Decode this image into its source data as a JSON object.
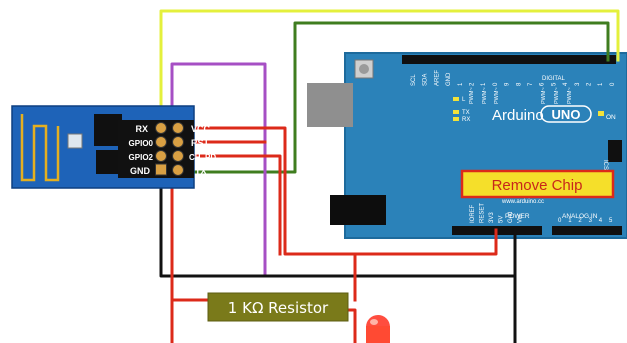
{
  "esp": {
    "pins_left": [
      "RX",
      "GPIO0",
      "GPIO2",
      "GND"
    ],
    "pins_right": [
      "VCC",
      "RST",
      "CH_PD",
      "TX"
    ]
  },
  "arduino": {
    "top_labels": [
      "SCL",
      "SDA",
      "AREF",
      "GND",
      "1",
      "2",
      "1",
      "0",
      "9",
      "8",
      "7",
      "6",
      "5",
      "4",
      "3",
      "2",
      "1",
      "0"
    ],
    "digital_label": "DIGITAL",
    "pwm_label": "PWM~",
    "tx_label": "TX",
    "rx_label": "RX",
    "l_label": "L",
    "brand": "Arduino",
    "model": "UNO",
    "on_label": "ON",
    "icsp_label": "ICSP",
    "url": "www.arduino.cc",
    "power_header": "POWER",
    "power_pins": [
      "IOREF",
      "RESET",
      "3V3",
      "5V",
      "Gnd",
      "Vin"
    ],
    "analog_header": "ANALOG IN",
    "analog_pins": [
      "0",
      "1",
      "2",
      "3",
      "4",
      "5"
    ]
  },
  "callouts": {
    "remove_chip": "Remove Chip",
    "resistor": "1 KΩ Resistor"
  },
  "colors": {
    "yellow_wire": "#e4f03c",
    "green_wire": "#3f7d1f",
    "purple_wire": "#a64fc4",
    "red_wire": "#dc2a1a",
    "black_wire": "#111111",
    "board_blue": "#2b82b9",
    "esp_blue": "#1e63b8",
    "callout_yellow": "#f5df2a",
    "resistor_olive": "#7a7a1a"
  }
}
